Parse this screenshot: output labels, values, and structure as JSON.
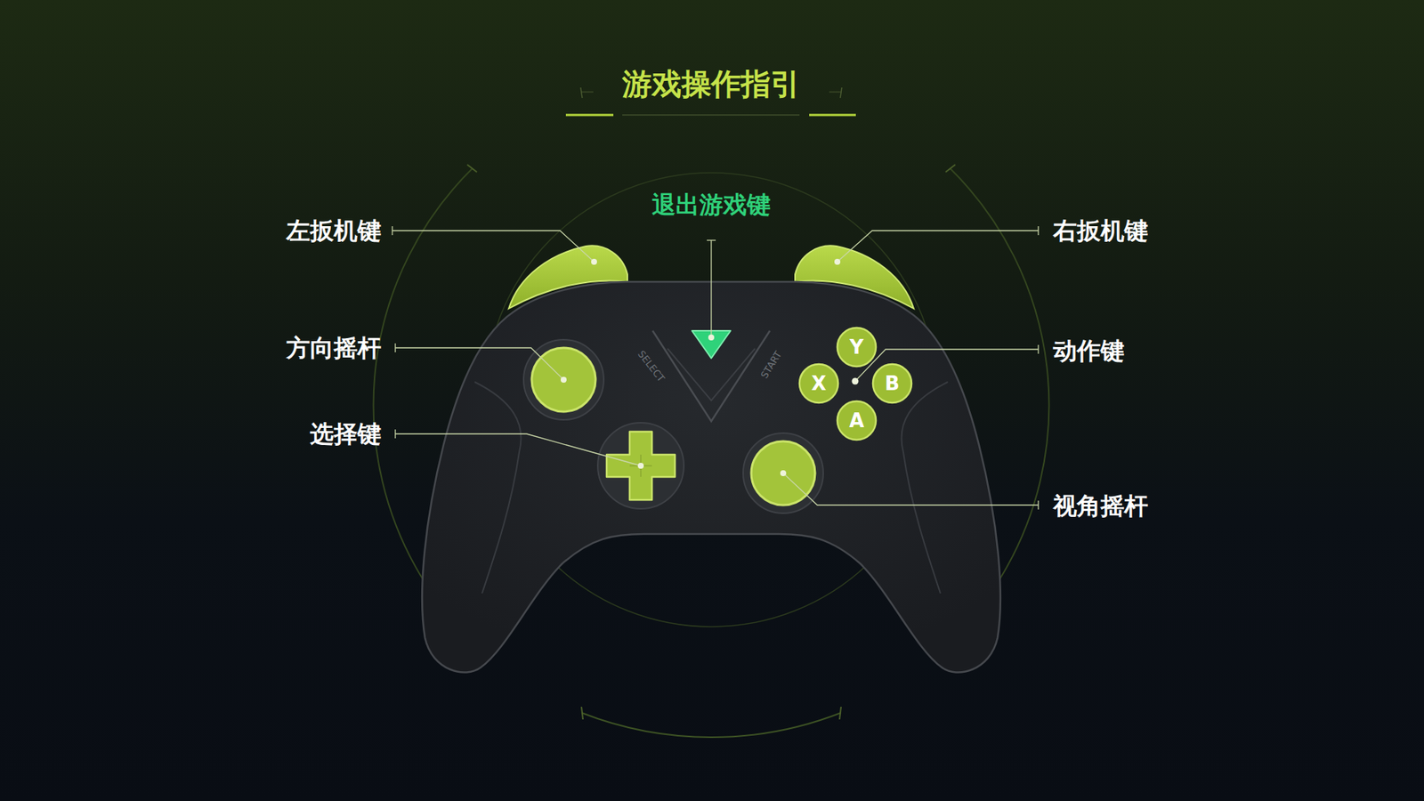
{
  "diagram": {
    "title": "游戏操作指引",
    "nodes": [
      {
        "text": [
          "Y"
        ]
      },
      {
        "text": [
          "X"
        ]
      },
      {
        "text": [
          "B"
        ]
      },
      {
        "text": [
          "A"
        ]
      }
    ],
    "labels": [
      "退出游戏键",
      "左扳机键",
      "右扳机键",
      "方向摇杆",
      "动作键",
      "选择键",
      "视角摇杆",
      "SELECT",
      "START"
    ]
  }
}
